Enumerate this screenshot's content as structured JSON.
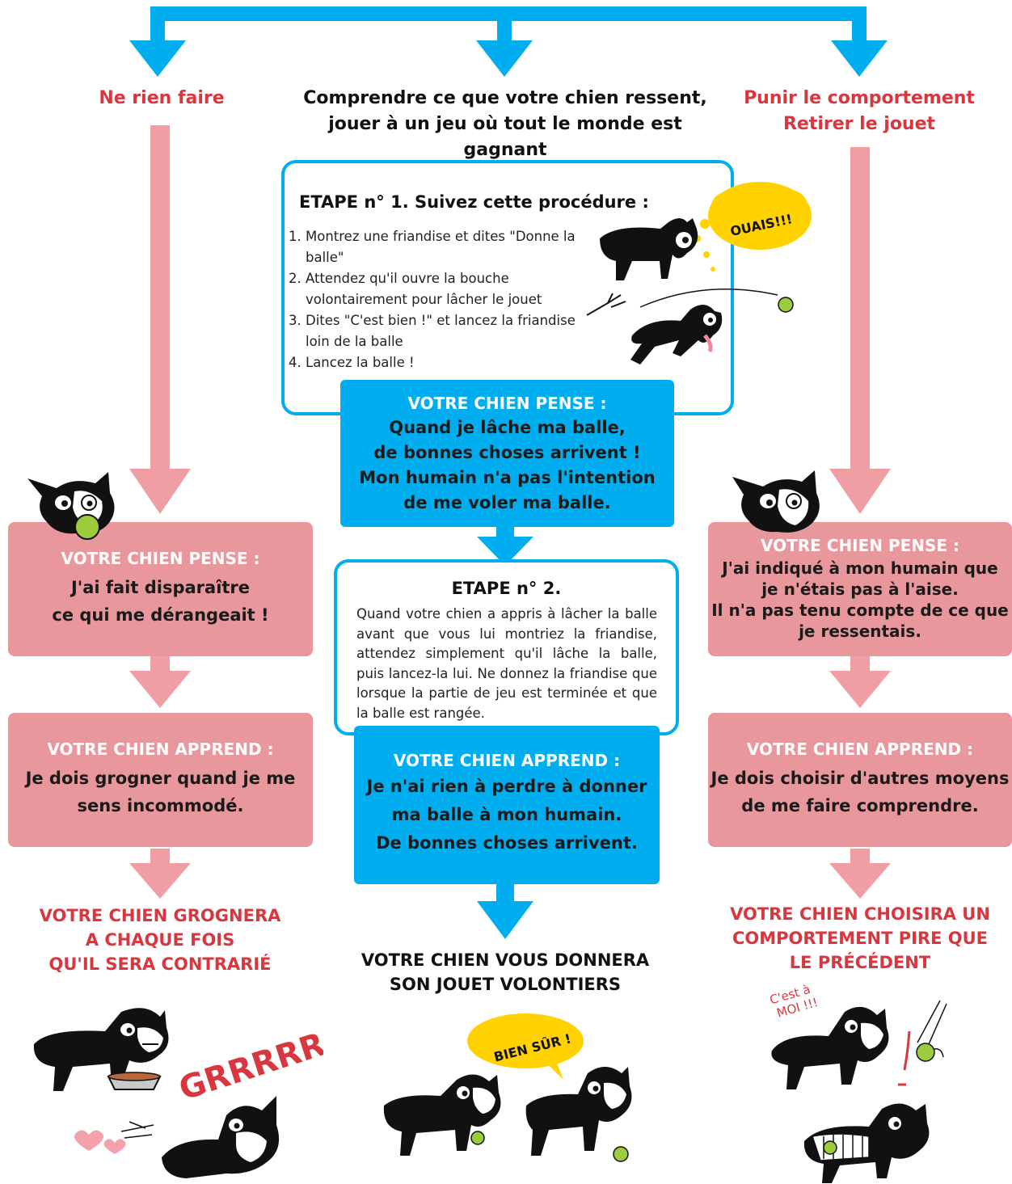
{
  "branches": {
    "left": {
      "title": "Ne rien faire",
      "pense_head": "VOTRE CHIEN PENSE :",
      "pense_lines": [
        "J'ai fait disparaître",
        "ce qui me dérangeait !"
      ],
      "apprend_head": "VOTRE CHIEN APPREND :",
      "apprend_lines": [
        "Je dois grogner quand je me",
        "sens incommodé."
      ],
      "outcome_lines": [
        "VOTRE CHIEN GROGNERA",
        "A CHAQUE FOIS",
        "QU'IL SERA CONTRARIÉ"
      ],
      "sound_text": "GRRRRR"
    },
    "center": {
      "title_lines": [
        "Comprendre ce que votre chien ressent,",
        "jouer à un jeu où tout le monde est gagnant"
      ],
      "step1_title": "ETAPE n° 1. Suivez cette procédure :",
      "step1_items": [
        "Montrez une friandise et dites \"Donne la balle\"",
        "Attendez qu'il ouvre la bouche volontairement pour lâcher le jouet",
        "Dites \"C'est bien !\" et lancez la friandise loin de la balle",
        "Lancez la balle !"
      ],
      "bubble_yes": "OUAIS!!!",
      "pense_head": "VOTRE CHIEN PENSE :",
      "pense_lines": [
        "Quand je lâche ma balle,",
        "de bonnes choses arrivent !",
        "Mon humain n'a pas l'intention",
        "de me voler ma balle."
      ],
      "step2_title": "ETAPE n° 2.",
      "step2_text": "Quand votre chien a appris à lâcher la balle avant que vous lui montriez la friandise, attendez simplement qu'il lâche la balle, puis lancez-la lui. Ne donnez la friandise que lorsque la partie de jeu est terminée et que la balle est rangée.",
      "apprend_head": "VOTRE CHIEN APPREND :",
      "apprend_lines": [
        "Je n'ai rien à perdre à donner",
        "ma balle à mon humain.",
        "De bonnes choses arrivent."
      ],
      "outcome_lines": [
        "VOTRE CHIEN VOUS DONNERA",
        "SON JOUET VOLONTIERS"
      ],
      "bubble_sure": "BIEN SÛR !"
    },
    "right": {
      "title_lines": [
        "Punir le comportement",
        "Retirer le jouet"
      ],
      "pense_head": "VOTRE CHIEN PENSE :",
      "pense_lines": [
        "J'ai indiqué à mon humain que",
        "je n'étais pas à l'aise.",
        "Il n'a pas tenu compte de ce que",
        "je ressentais."
      ],
      "apprend_head": "VOTRE CHIEN APPREND :",
      "apprend_lines": [
        "Je dois choisir d'autres moyens",
        "de me faire comprendre."
      ],
      "outcome_lines": [
        "VOTRE CHIEN CHOISIRA UN",
        "COMPORTEMENT PIRE QUE",
        "LE PRÉCÉDENT"
      ],
      "shout_lines": [
        "C'est à",
        "MOI !!!"
      ]
    }
  },
  "colors": {
    "blue": "#00aeef",
    "pink": "#e8979c",
    "red": "#d8373f",
    "yellow": "#ffd200"
  }
}
